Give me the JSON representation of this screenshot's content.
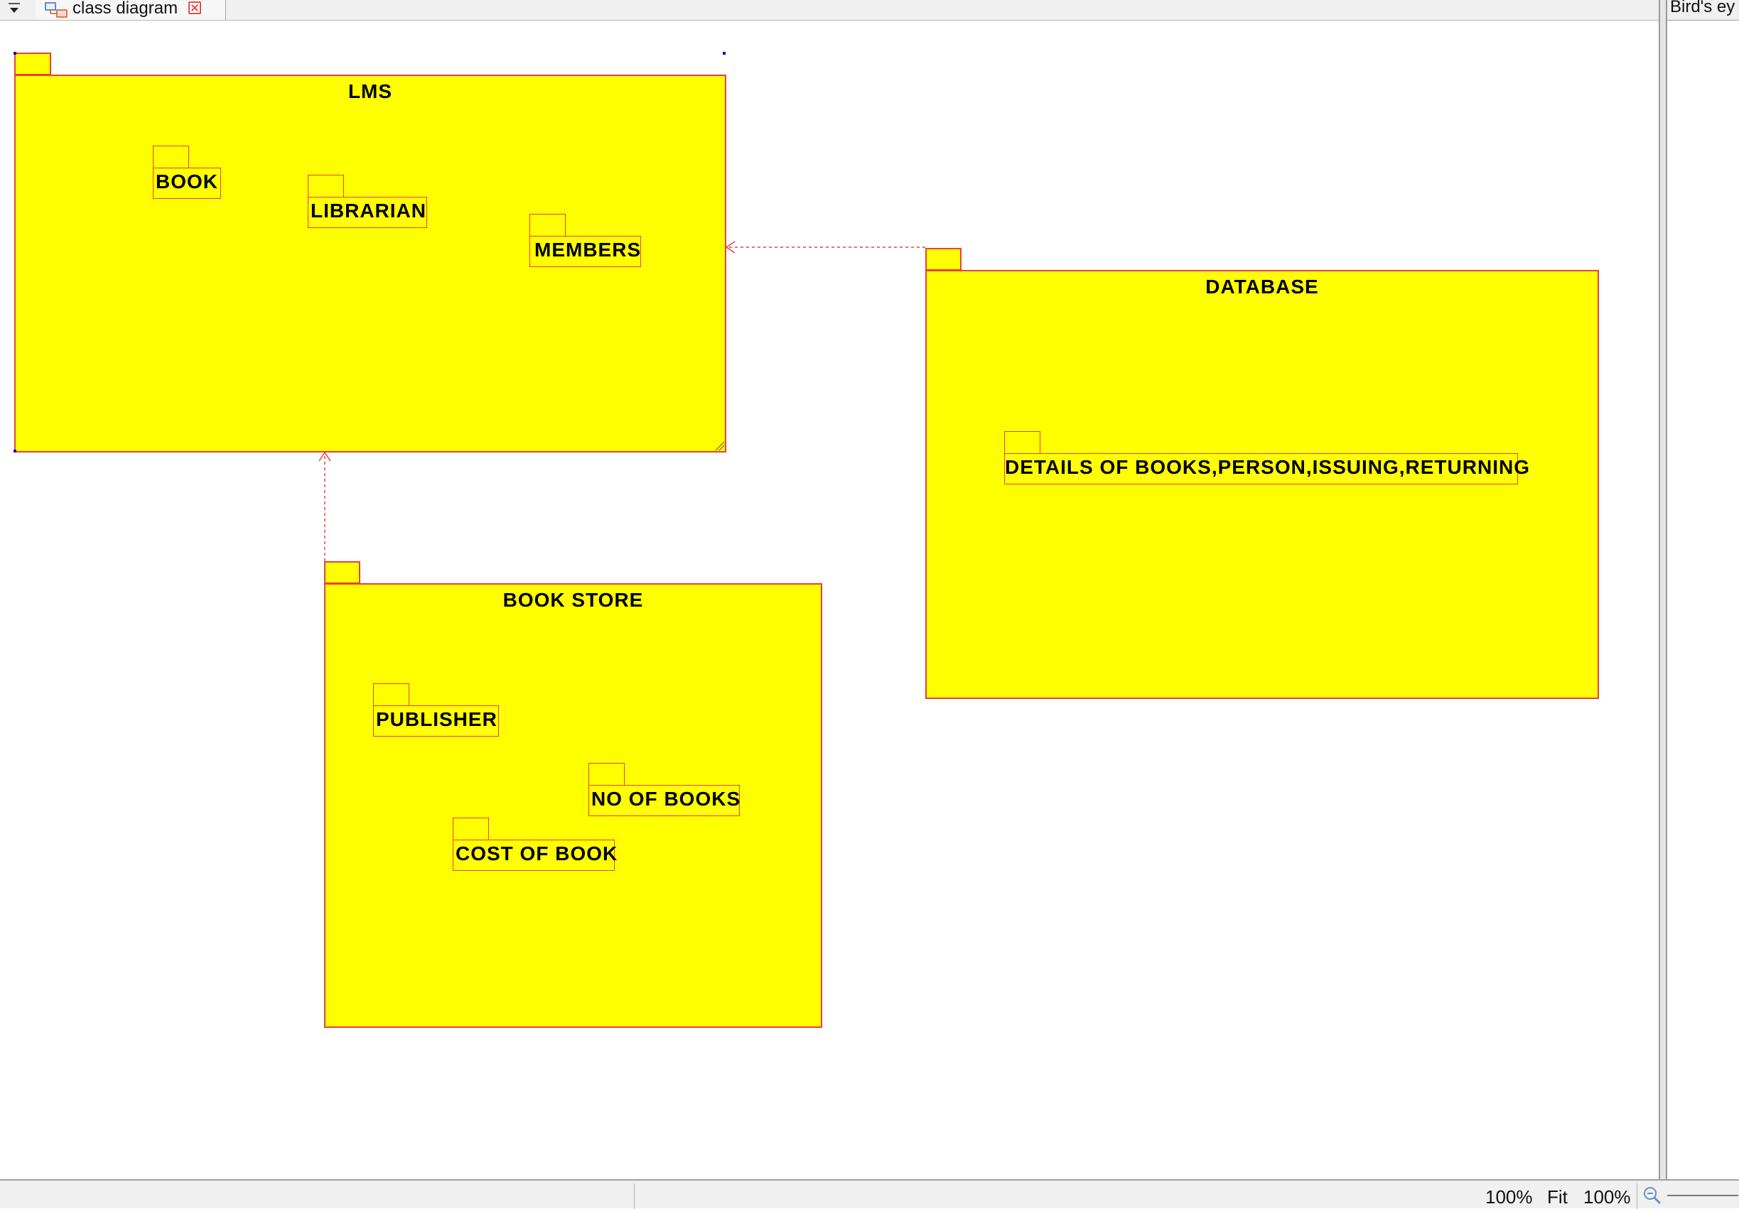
{
  "tab": {
    "title": "class diagram",
    "icon": "class-diagram-icon",
    "close_icon": "close-icon"
  },
  "side_panel": {
    "title": "Bird's ey"
  },
  "diagram": {
    "packages": [
      {
        "id": "lms",
        "name": "LMS",
        "subpackages": [
          "BOOK",
          "LIBRARIAN",
          "MEMBERS"
        ]
      },
      {
        "id": "database",
        "name": "DATABASE",
        "subpackages": [
          "DETAILS OF BOOKS,PERSON,ISSUING,RETURNING"
        ]
      },
      {
        "id": "book-store",
        "name": "BOOK STORE",
        "subpackages": [
          "PUBLISHER",
          "NO OF BOOKS",
          "COST OF BOOK"
        ]
      }
    ],
    "dependencies": [
      {
        "from": "DATABASE",
        "to": "LMS",
        "style": "dashed"
      },
      {
        "from": "BOOK STORE",
        "to": "LMS",
        "style": "dashed"
      }
    ],
    "colors": {
      "package_fill": "#ffff00",
      "package_border": "#e84040",
      "dependency_line": "#e84040"
    }
  },
  "status": {
    "zoom": "100%",
    "fit": "Fit",
    "zoom2": "100%"
  }
}
